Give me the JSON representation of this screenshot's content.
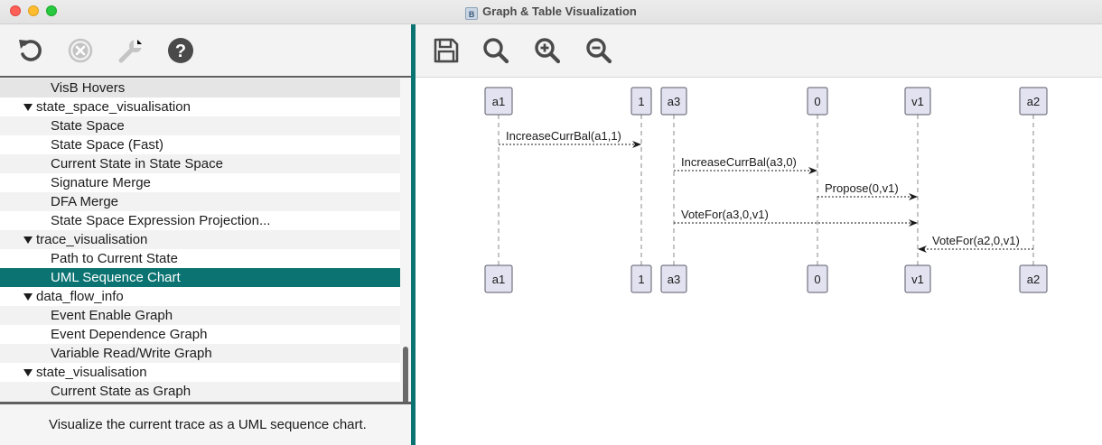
{
  "window": {
    "title": "Graph & Table Visualization",
    "app_icon_text": "B"
  },
  "left_toolbar": {
    "icons": [
      "refresh-icon",
      "cancel-icon",
      "wrench-icon",
      "help-icon"
    ]
  },
  "tree": {
    "rows": [
      {
        "label": "VisB Hovers",
        "kind": "leaf",
        "state": "hover"
      },
      {
        "label": "state_space_visualisation",
        "kind": "category",
        "expanded": true
      },
      {
        "label": "State Space",
        "kind": "leaf"
      },
      {
        "label": "State Space (Fast)",
        "kind": "leaf"
      },
      {
        "label": "Current State in State Space",
        "kind": "leaf"
      },
      {
        "label": "Signature Merge",
        "kind": "leaf"
      },
      {
        "label": "DFA Merge",
        "kind": "leaf"
      },
      {
        "label": "State Space Expression Projection...",
        "kind": "leaf"
      },
      {
        "label": "trace_visualisation",
        "kind": "category",
        "expanded": true
      },
      {
        "label": "Path to Current State",
        "kind": "leaf"
      },
      {
        "label": "UML Sequence Chart",
        "kind": "leaf",
        "state": "selected"
      },
      {
        "label": "data_flow_info",
        "kind": "category",
        "expanded": true
      },
      {
        "label": "Event Enable Graph",
        "kind": "leaf"
      },
      {
        "label": "Event Dependence Graph",
        "kind": "leaf"
      },
      {
        "label": "Variable Read/Write Graph",
        "kind": "leaf"
      },
      {
        "label": "state_visualisation",
        "kind": "category",
        "expanded": true
      },
      {
        "label": "Current State as Graph",
        "kind": "leaf"
      }
    ]
  },
  "description": "Visualize the current trace as a UML sequence chart.",
  "right_toolbar": {
    "icons": [
      "save-icon",
      "search-icon",
      "zoom-in-icon",
      "zoom-out-icon"
    ]
  },
  "sequence": {
    "participants": [
      "a1",
      "1",
      "a3",
      "0",
      "v1",
      "a2"
    ],
    "messages": [
      {
        "from": "a1",
        "to": "1",
        "label": "IncreaseCurrBal(a1,1)"
      },
      {
        "from": "a3",
        "to": "0",
        "label": "IncreaseCurrBal(a3,0)"
      },
      {
        "from": "0",
        "to": "v1",
        "label": "Propose(0,v1)"
      },
      {
        "from": "a3",
        "to": "v1",
        "label": "VoteFor(a3,0,v1)"
      },
      {
        "from": "a2",
        "to": "v1",
        "label": "VoteFor(a2,0,v1)"
      }
    ]
  },
  "colors": {
    "accent": "#0b7372",
    "participant_fill": "#e2e2f0",
    "participant_stroke": "#5a5a6a",
    "icon": "#4a4a4a",
    "icon_disabled": "#c4c4c4"
  }
}
